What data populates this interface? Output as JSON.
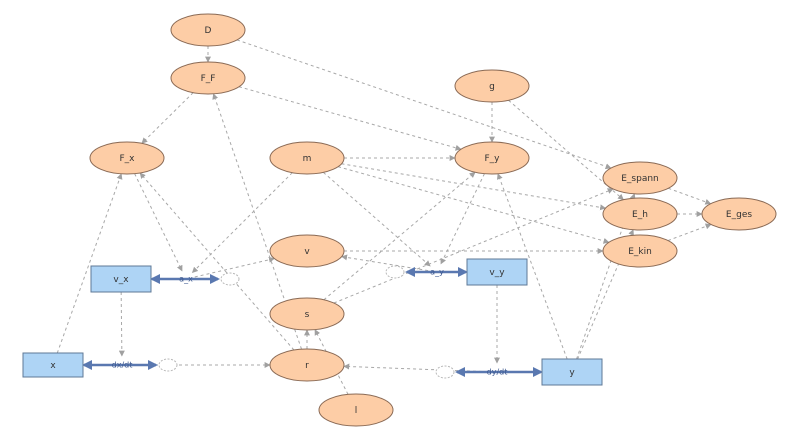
{
  "colors": {
    "aux_fill": "#fdcda6",
    "aux_stroke": "#8a6a55",
    "stock_fill": "#aed4f5",
    "stock_stroke": "#5f7896",
    "edge": "#a8a8a8",
    "flow": "#5a78b0",
    "cloud": "#b8b8b8"
  },
  "nodes": [
    {
      "id": "D",
      "label": "D",
      "kind": "aux"
    },
    {
      "id": "F_F",
      "label": "F_F",
      "kind": "aux"
    },
    {
      "id": "g",
      "label": "g",
      "kind": "aux"
    },
    {
      "id": "F_x",
      "label": "F_x",
      "kind": "aux"
    },
    {
      "id": "m",
      "label": "m",
      "kind": "aux"
    },
    {
      "id": "F_y",
      "label": "F_y",
      "kind": "aux"
    },
    {
      "id": "E_spann",
      "label": "E_spann",
      "kind": "aux"
    },
    {
      "id": "E_h",
      "label": "E_h",
      "kind": "aux"
    },
    {
      "id": "E_ges",
      "label": "E_ges",
      "kind": "aux"
    },
    {
      "id": "E_kin",
      "label": "E_kin",
      "kind": "aux"
    },
    {
      "id": "v",
      "label": "v",
      "kind": "aux"
    },
    {
      "id": "s",
      "label": "s",
      "kind": "aux"
    },
    {
      "id": "r",
      "label": "r",
      "kind": "aux"
    },
    {
      "id": "l",
      "label": "l",
      "kind": "aux"
    },
    {
      "id": "v_x",
      "label": "v_x",
      "kind": "stock"
    },
    {
      "id": "v_y",
      "label": "v_y",
      "kind": "stock"
    },
    {
      "id": "x",
      "label": "x",
      "kind": "stock"
    },
    {
      "id": "y",
      "label": "y",
      "kind": "stock"
    }
  ],
  "flows": [
    {
      "id": "a_x",
      "label": "a_x"
    },
    {
      "id": "a_y",
      "label": "a_y"
    },
    {
      "id": "dx_dt",
      "label": "dx/dt"
    },
    {
      "id": "dy_dt",
      "label": "dy/dt"
    }
  ],
  "edges": [
    [
      "D",
      "F_F"
    ],
    [
      "D",
      "E_spann"
    ],
    [
      "F_F",
      "F_x"
    ],
    [
      "F_F",
      "F_y"
    ],
    [
      "g",
      "F_y"
    ],
    [
      "g",
      "E_h"
    ],
    [
      "m",
      "F_y"
    ],
    [
      "m",
      "E_h"
    ],
    [
      "m",
      "E_kin"
    ],
    [
      "m",
      "a_y"
    ],
    [
      "m",
      "a_x"
    ],
    [
      "F_x",
      "a_x"
    ],
    [
      "F_y",
      "a_y"
    ],
    [
      "E_spann",
      "E_ges"
    ],
    [
      "E_h",
      "E_ges"
    ],
    [
      "E_kin",
      "E_ges"
    ],
    [
      "v_x",
      "dx_dt"
    ],
    [
      "v_y",
      "dy_dt"
    ],
    [
      "a_x",
      "v"
    ],
    [
      "a_y",
      "v"
    ],
    [
      "v",
      "E_kin"
    ],
    [
      "r",
      "F_F"
    ],
    [
      "r",
      "F_x"
    ],
    [
      "r",
      "s"
    ],
    [
      "x",
      "F_x"
    ],
    [
      "y",
      "F_y"
    ],
    [
      "y",
      "E_h"
    ],
    [
      "y",
      "E_spann"
    ],
    [
      "s",
      "E_spann"
    ],
    [
      "s",
      "F_y"
    ],
    [
      "l",
      "s"
    ],
    [
      "dx_dt",
      "r"
    ],
    [
      "dy_dt",
      "r"
    ]
  ]
}
